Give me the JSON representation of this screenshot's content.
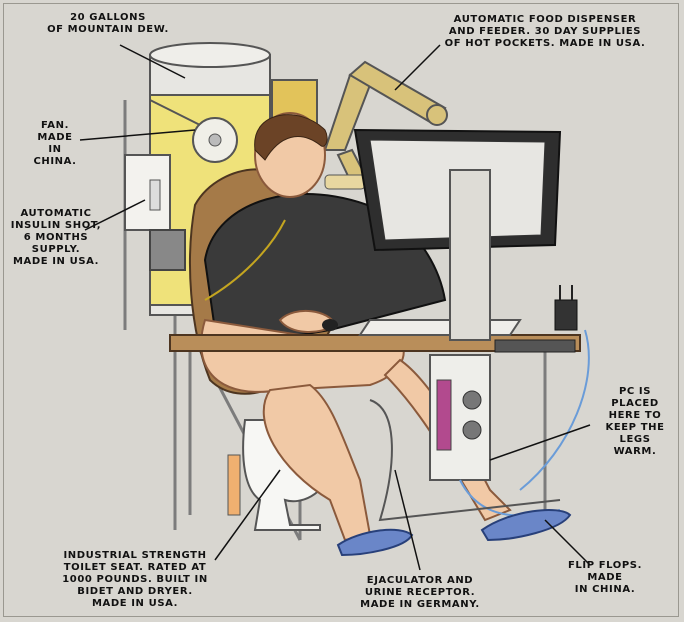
{
  "labels": {
    "mountain_dew": "20 GALLONS\nOF MOUNTAIN DEW.",
    "food": "AUTOMATIC FOOD DISPENSER\nAND FEEDER. 30 DAY SUPPLIES\nOF HOT POCKETS. MADE IN USA.",
    "fan": "FAN.\nMADE\nIN CHINA.",
    "insulin": "AUTOMATIC\nINSULIN SHOT,\n6 MONTHS\nSUPPLY.\nMADE IN USA.",
    "pc": "PC IS\nPLACED\nHERE TO\nKEEP THE\nLEGS\nWARM.",
    "toilet": "INDUSTRIAL STRENGTH\nTOILET SEAT. RATED AT\n1000 POUNDS. BUILT IN\nBIDET AND DRYER.\nMADE IN USA.",
    "receptor": "EJACULATOR AND\nURINE RECEPTOR.\nMADE IN GERMANY.",
    "flipflops": "FLIP FLOPS.\nMADE\nIN CHINA."
  },
  "colors": {
    "background": "#d8d6d0",
    "dew": "#efe27a",
    "chair": "#a57a48",
    "shirt": "#3a3a3a",
    "skin": "#f1c9a6",
    "hair": "#6b4326",
    "desk": "#b98e5a",
    "monitor": "#2e2e2e",
    "pc_case": "#eeeeea",
    "arm": "#d8c27a",
    "flipflop": "#6a86c8"
  }
}
